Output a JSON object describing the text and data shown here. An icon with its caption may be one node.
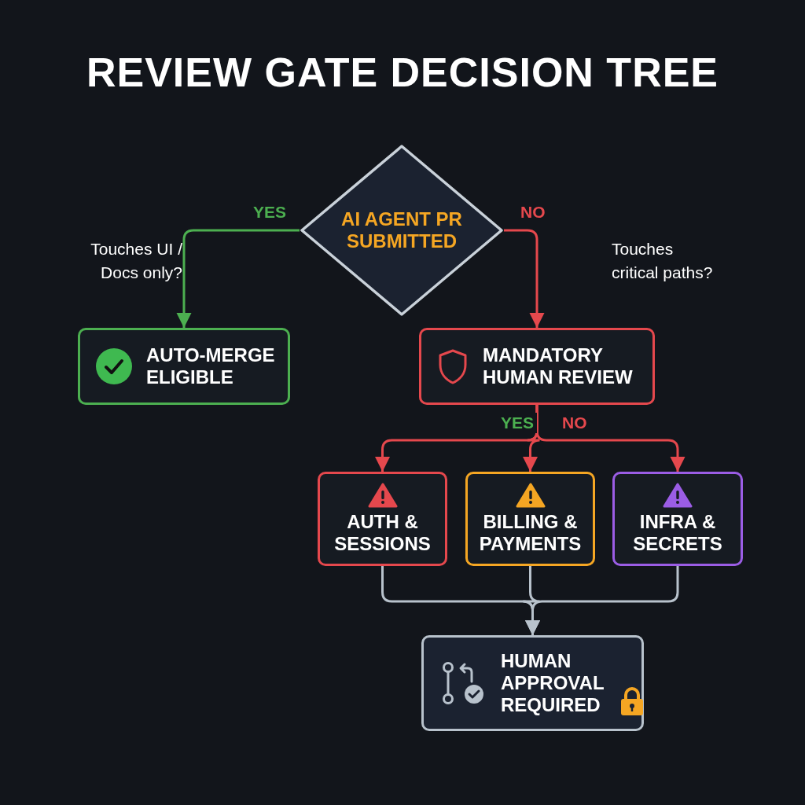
{
  "diagram": {
    "title": "REVIEW GATE DECISION TREE",
    "nodes": [
      {
        "text": [
          "AI AGENT PR SUBMITTED"
        ]
      },
      {
        "text": [
          "AUTO-MERGE ELIGIBLE"
        ]
      },
      {
        "text": [
          "MANDATORY HUMAN REVIEW"
        ]
      },
      {
        "text": [
          "AUTH & SESSIONS"
        ]
      },
      {
        "text": [
          "BILLING & PAYMENTS"
        ]
      },
      {
        "text": [
          "INFRA & SECRETS"
        ]
      },
      {
        "text": [
          "HUMAN APPROVAL REQUIRED"
        ]
      }
    ],
    "edges": [
      {
        "from": 0,
        "to": 1,
        "arrow": "to",
        "label": "YES",
        "color": "#4caf50"
      },
      {
        "from": 0,
        "to": 2,
        "arrow": "to",
        "label": "NO",
        "color": "#e5484d"
      },
      {
        "from": 2,
        "to": 3,
        "arrow": "to",
        "color": "#e5484d"
      },
      {
        "from": 2,
        "to": 4,
        "arrow": "to",
        "color": "#e5484d"
      },
      {
        "from": 2,
        "to": 5,
        "arrow": "to",
        "color": "#e5484d"
      },
      {
        "from": 3,
        "to": 6,
        "arrow": "to",
        "color": "#b8c2cc"
      },
      {
        "from": 4,
        "to": 6,
        "arrow": "to",
        "color": "#b8c2cc"
      },
      {
        "from": 5,
        "to": 6,
        "arrow": "to",
        "color": "#b8c2cc"
      }
    ],
    "labels": [
      "Touches UI / Docs only?",
      "Touches critical paths?",
      "YES",
      "NO"
    ]
  }
}
